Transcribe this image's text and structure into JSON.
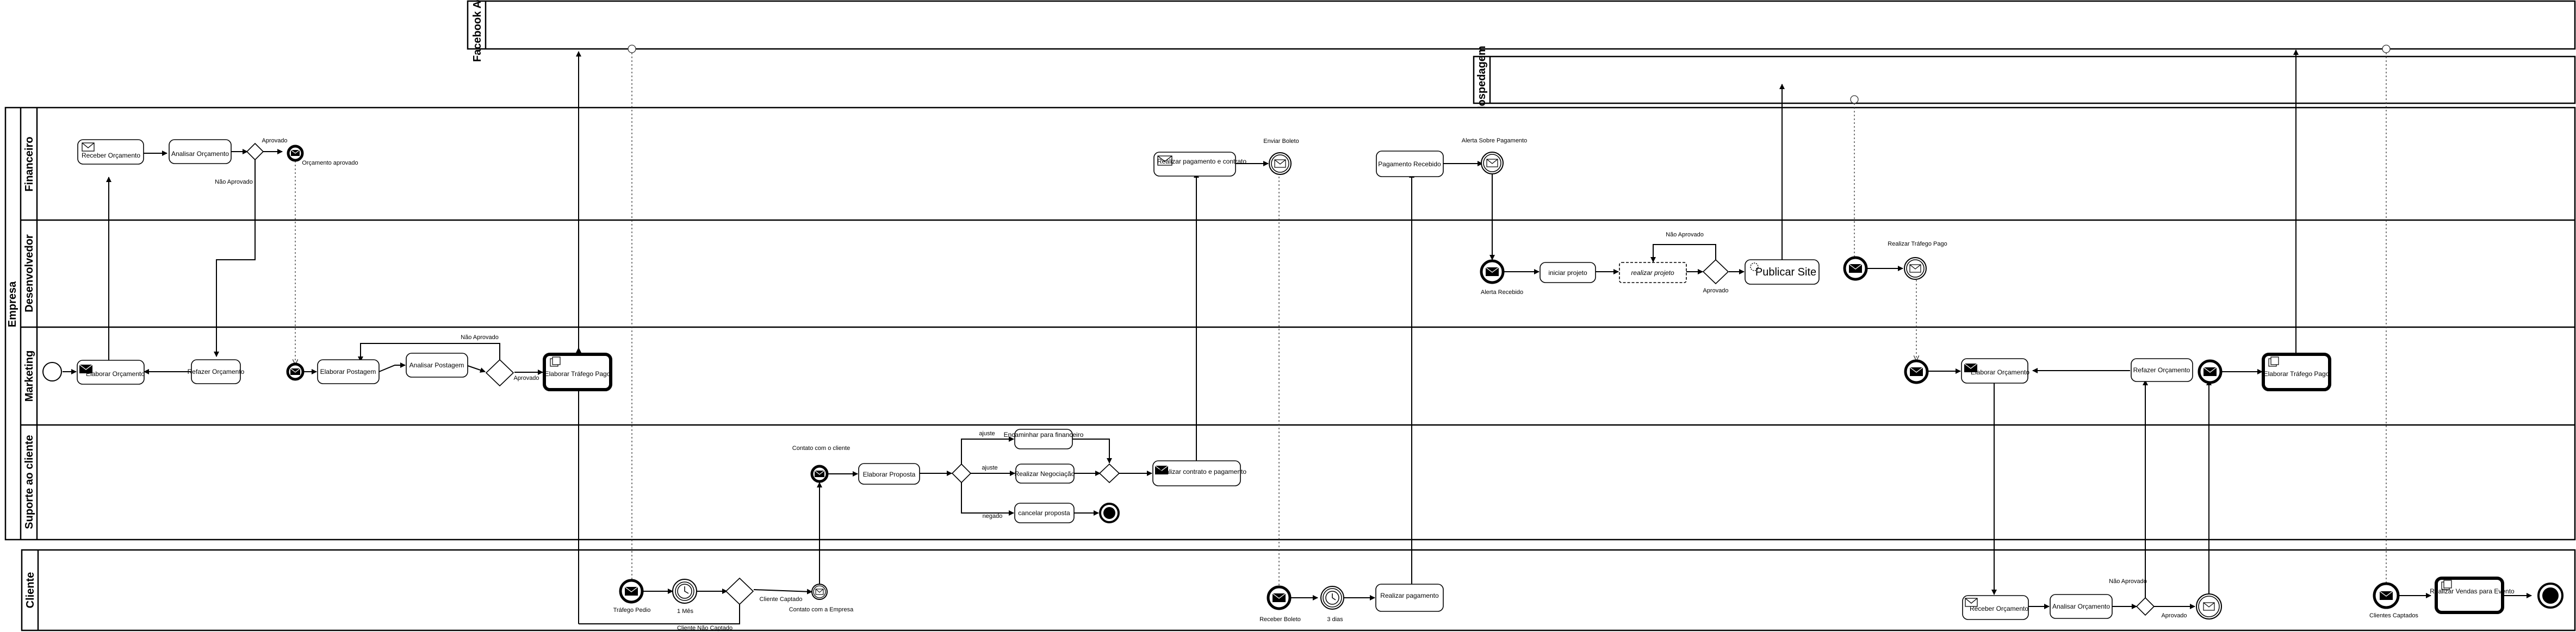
{
  "pools": {
    "facebook": "Facebook Ads",
    "hospedagem": "Hospedagem",
    "empresa": "Empresa",
    "cliente": "Cliente"
  },
  "lanes": {
    "financeiro": "Financeiro",
    "desenvolvedor": "Desenvolvedor",
    "marketing": "Marketing",
    "suporte": "Suporte ao cliente"
  },
  "tasks": {
    "receber_orcamento": "Receber Orçamento",
    "analisar_orcamento": "Analisar Orçamento",
    "elaborar_orcamento": "Elaborar Orçamento",
    "refazer_orcamento": "Refazer Orçamento",
    "elaborar_postagem": "Elaborar Postagem",
    "analisar_postagem": "Analisar Postagem",
    "elaborar_trafego_pago": "Elaborar Tráfego Pago",
    "elaborar_proposta": "Elaborar Proposta",
    "encaminhar_financeiro": "Encaminhar para financeiro",
    "realizar_negociacao": "Realizar Negociação",
    "cancelar_proposta": "cancelar proposta",
    "realizar_contrato": "Realizar contrato e pagamento",
    "realizar_pagamento_contrato": "Realizar pagamento e contrato",
    "pagamento_recebido": "Pagamento Recebido",
    "iniciar_projeto": "iniciar projeto",
    "realizar_projeto": "realizar projeto",
    "publicar_site": "Publicar Site",
    "elaborar_orcamento_2": "Elaborar Orçamento",
    "refazer_orcamento_2": "Refazer Orçamento",
    "elaborar_trafego_pago_2": "Elaborar Tráfego Pago",
    "realizar_pagamento": "Realizar pagamento",
    "receber_orcamento_2": "Receber Orçamento",
    "analisar_orcamento_2": "Analisar Orçamento",
    "realizar_vendas": "Realizar Vendas para Evento"
  },
  "labels": {
    "aprovado_1": "Aprovado",
    "orcamento_aprovado": "Orçamento aprovado",
    "nao_aprovado_1": "Não Aprovado",
    "nao_aprovado_2": "Não Aprovado",
    "aprovado_2": "Aprovado",
    "contato_cliente": "Contato com o cliente",
    "ajuste_1": "ajuste",
    "ajuste_2": "ajuste",
    "negado": "negado",
    "enviar_boleto": "Enviar Boleto",
    "alerta_pagamento": "Alerta Sobre Pagamento",
    "alerta_recebido": "Alerta Recebido",
    "nao_aprovado_3": "Não Aprovado",
    "aprovado_3": "Aprovado",
    "realizar_trafego": "Realizar Tráfego Pago",
    "trafego_pedido": "Tráfego Pedio",
    "um_mes": "1 Mês",
    "cliente_captado": "Cliente Captado",
    "cliente_nao_captado": "Cliente Não Captado",
    "contato_empresa": "Contato com a Empresa",
    "receber_boleto": "Receber Boleto",
    "tres_dias": "3 dias",
    "nao_aprovado_4": "Não Aprovado",
    "aprovado_4": "Aprovado",
    "clientes_captados": "Clientes Captados"
  }
}
